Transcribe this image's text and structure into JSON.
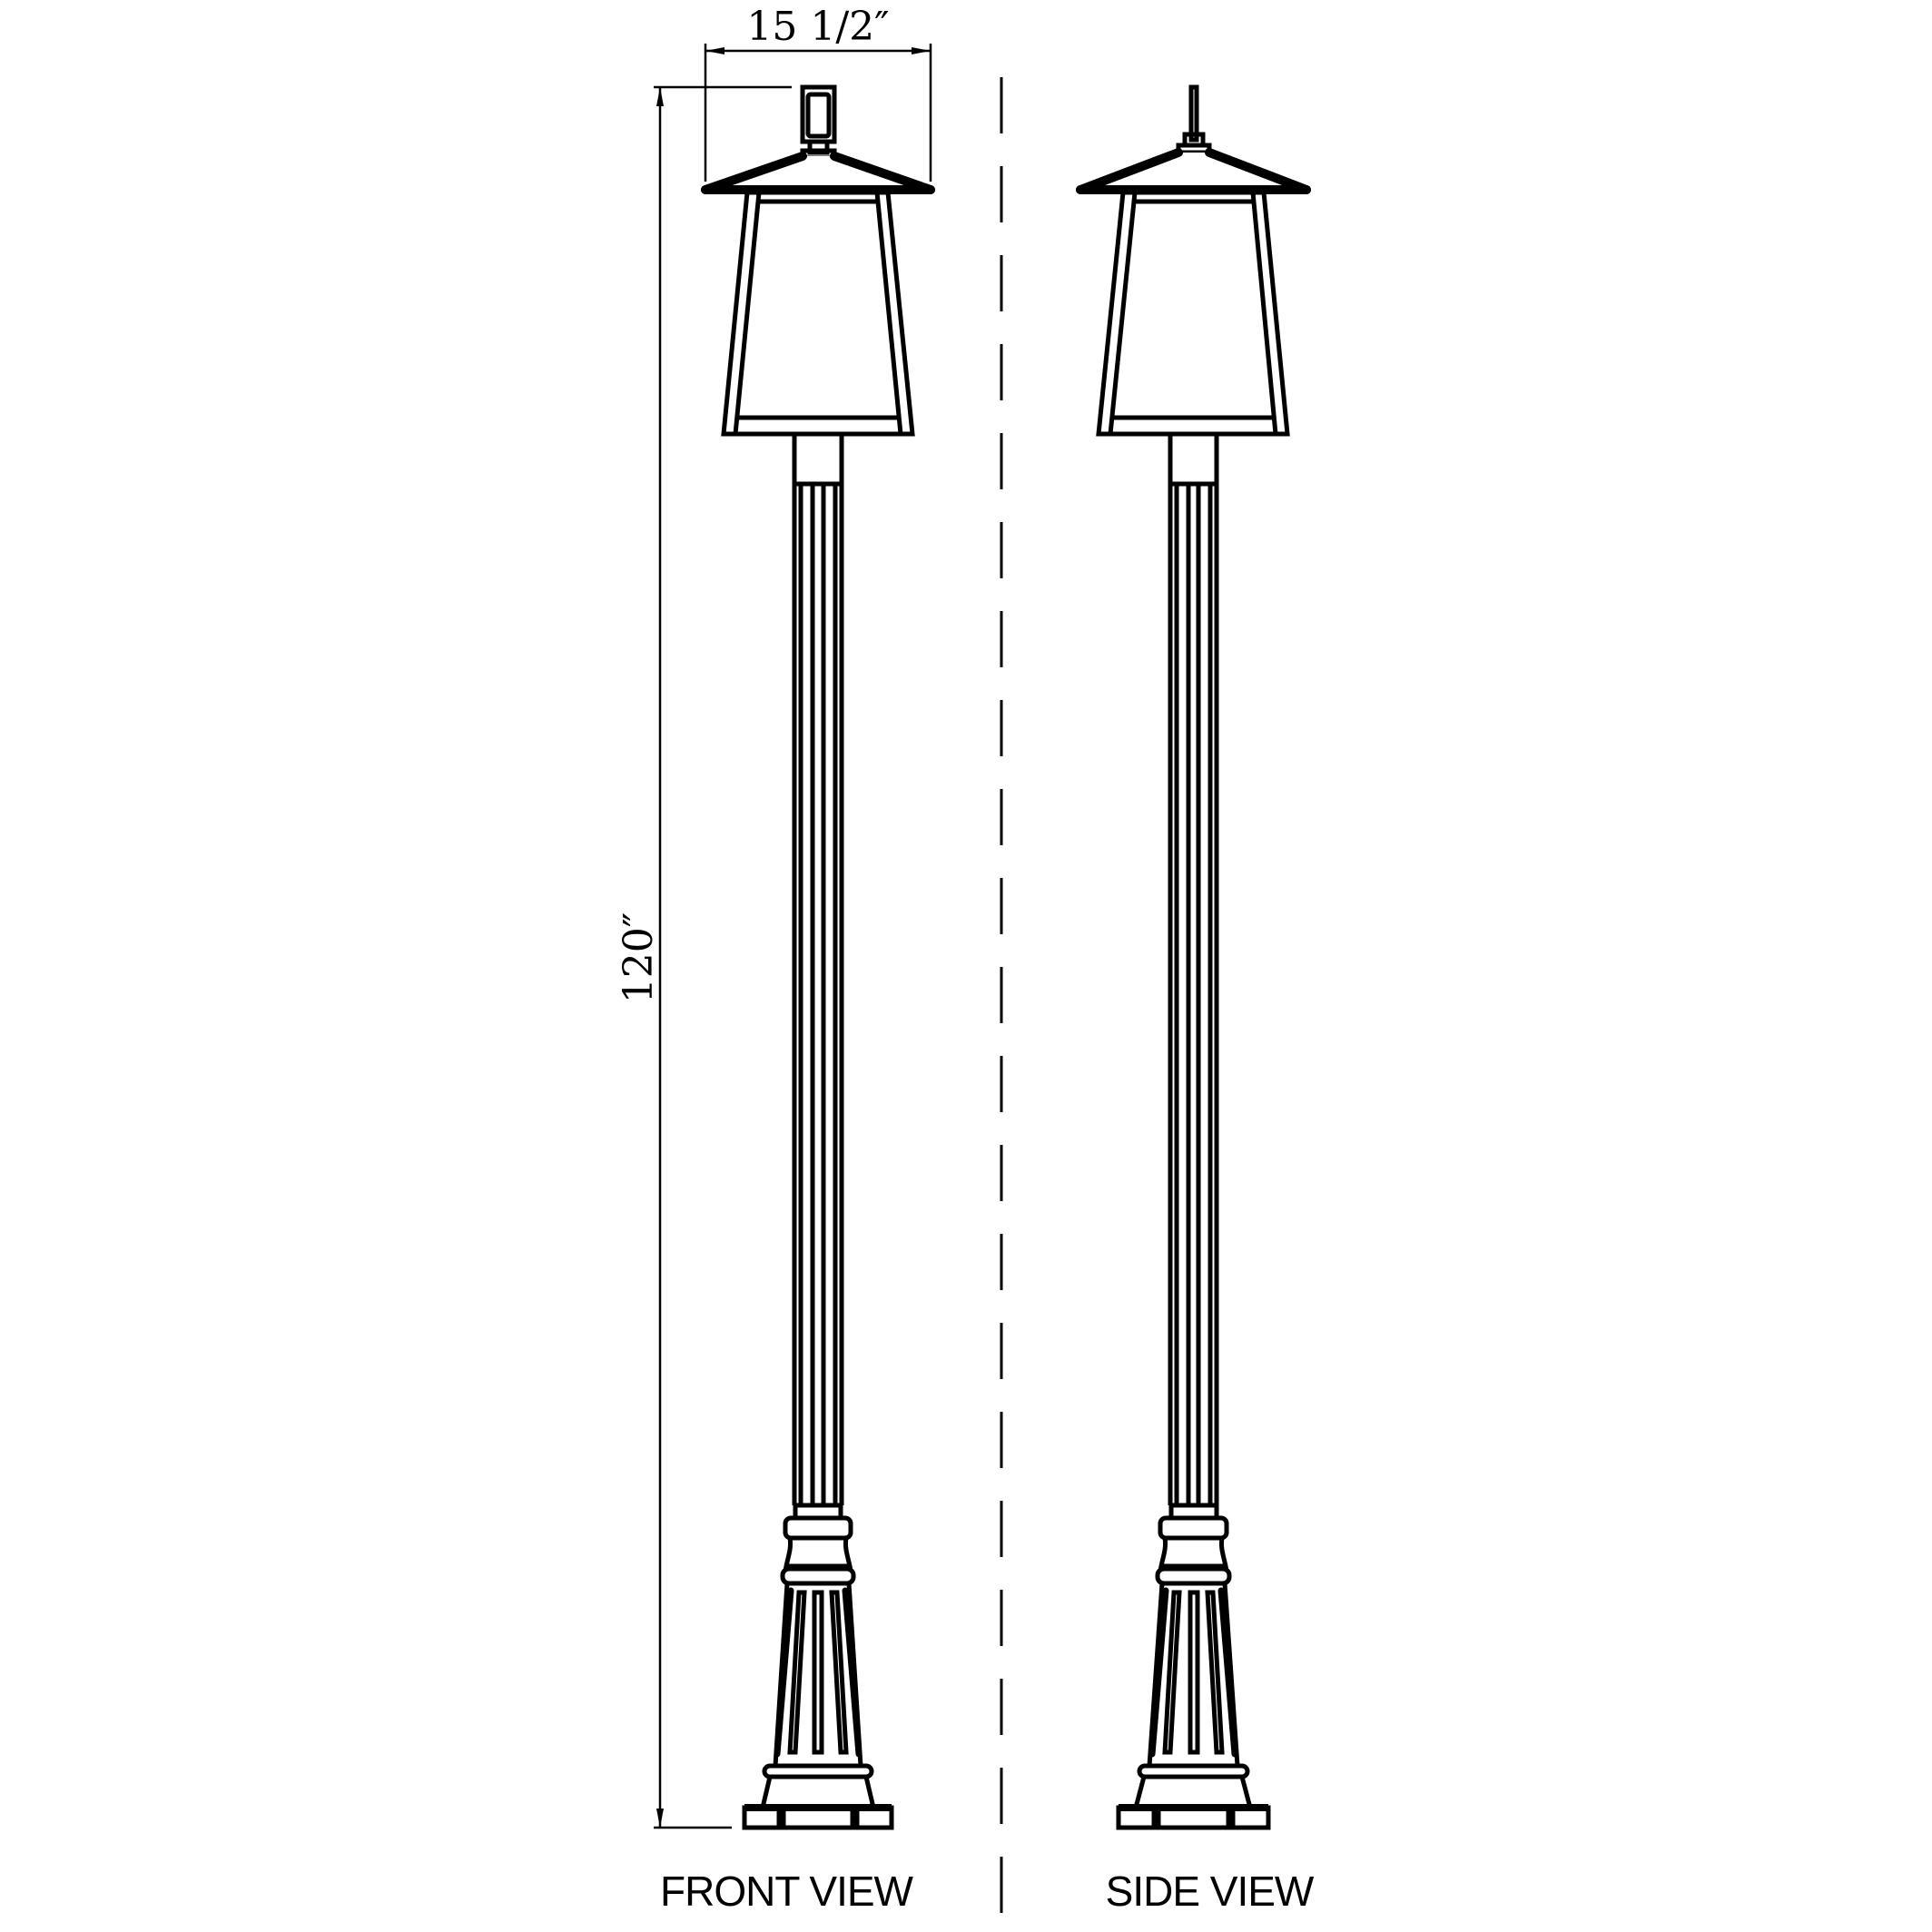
{
  "drawing": {
    "type": "technical line drawing",
    "subject": "outdoor post lantern on fluted pole",
    "colors": {
      "line": "#000000",
      "background": "#ffffff"
    }
  },
  "dimensions": {
    "width_label": "15 1/2″",
    "height_label": "120″"
  },
  "views": [
    {
      "id": "front",
      "label": "FRONT VIEW"
    },
    {
      "id": "side",
      "label": "SIDE VIEW"
    }
  ]
}
